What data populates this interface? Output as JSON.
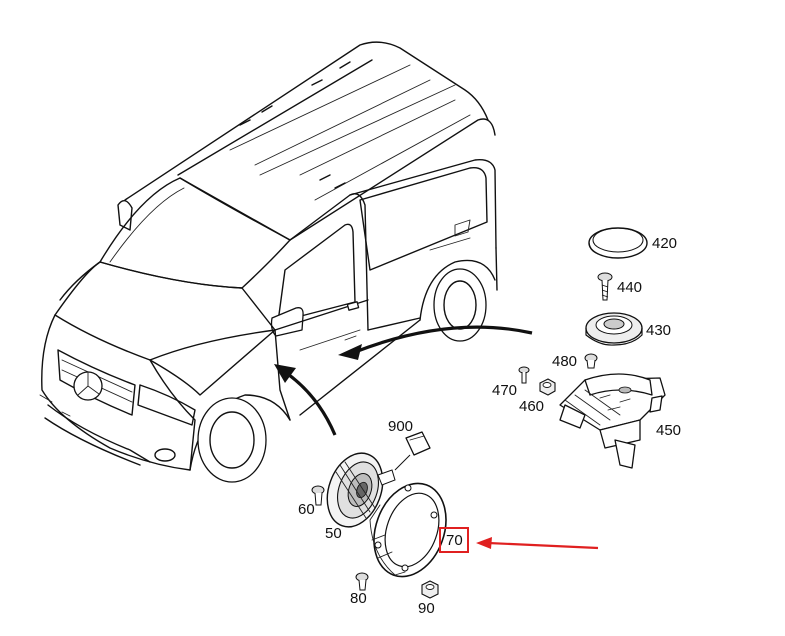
{
  "labels": {
    "p420": "420",
    "p440": "440",
    "p430": "430",
    "p480": "480",
    "p470": "470",
    "p460": "460",
    "p450": "450",
    "p900": "900",
    "p60": "60",
    "p50": "50",
    "p70": "70",
    "p80": "80",
    "p90": "90"
  },
  "highlight": {
    "part": "70",
    "color": "#e02020"
  }
}
